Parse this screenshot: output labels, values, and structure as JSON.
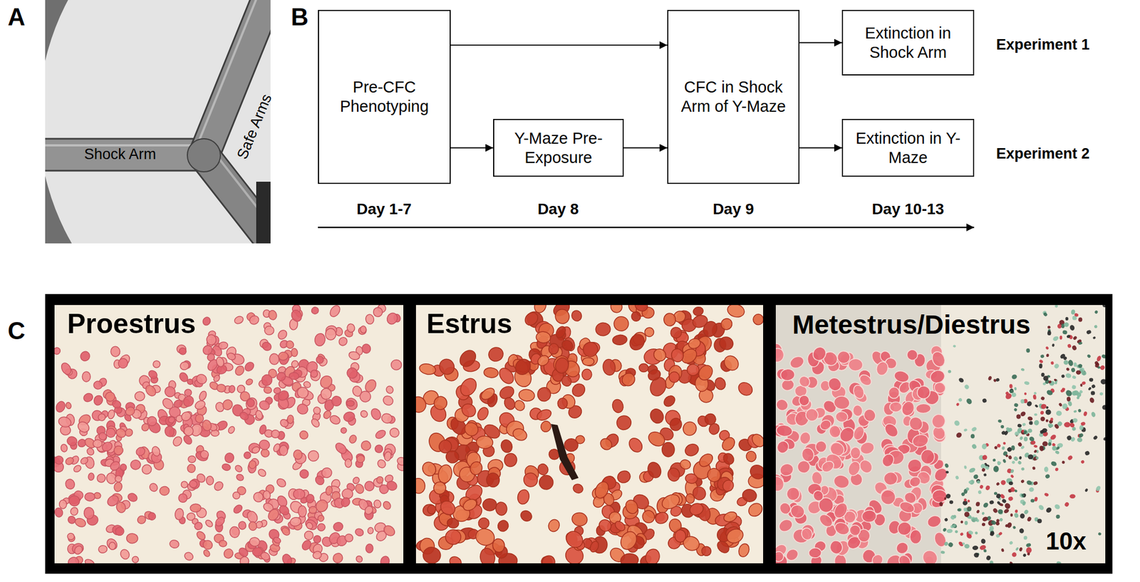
{
  "diagram": {
    "nodes": [
      {
        "text": [
          "Pre-CFC Phenotyping"
        ]
      },
      {
        "text": [
          "Y-Maze Pre-Exposure"
        ]
      },
      {
        "text": [
          "CFC in Shock Arm of Y-Maze"
        ]
      },
      {
        "text": [
          "Extinction in Shock Arm"
        ]
      },
      {
        "text": [
          "Extinction in Y-Maze"
        ]
      }
    ],
    "edges": [
      {
        "from": 0,
        "to": 2,
        "arrow": "to"
      },
      {
        "from": 0,
        "to": 1,
        "arrow": "to"
      },
      {
        "from": 1,
        "to": 2,
        "arrow": "to"
      },
      {
        "from": 2,
        "to": 3,
        "arrow": "to"
      },
      {
        "from": 2,
        "to": 4,
        "arrow": "to"
      }
    ],
    "labels": [
      "A",
      "Shock Arm",
      "Safe Arms",
      "B",
      "Experiment 1",
      "Experiment 2",
      "Day 1-7",
      "Day 8",
      "Day 9",
      "Day 10-13",
      "C",
      "Proestrus",
      "Estrus",
      "Metestrus/Diestrus",
      "10x"
    ]
  }
}
